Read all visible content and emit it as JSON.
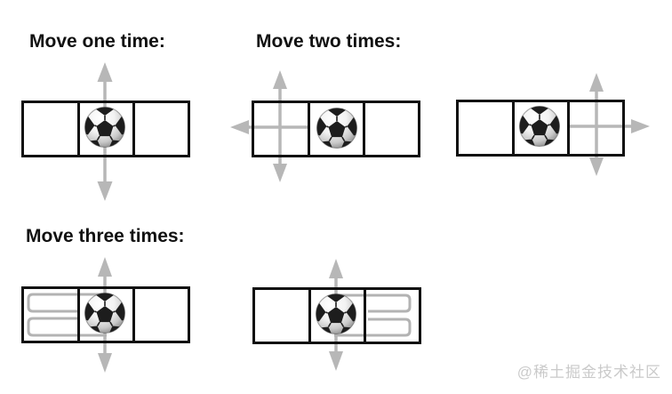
{
  "headings": {
    "move_one": "Move one time:",
    "move_two": "Move two times:",
    "move_three": "Move three times:"
  },
  "watermark": "@稀土掘金技术社区",
  "colors": {
    "arrow": "#b7b7b7",
    "path": "#b3b3b3",
    "border": "#101010",
    "background": "#ffffff",
    "watermark": "#cacaca",
    "heading": "#111111"
  },
  "diagrams": [
    {
      "section": "move_one",
      "cells": 3,
      "ball_cell": "middle",
      "indicators": [
        "up-arrow",
        "down-arrow"
      ],
      "indicator_cell": "middle"
    },
    {
      "section": "move_two",
      "cells": 3,
      "ball_cell": "middle",
      "indicators": [
        "up-arrow",
        "down-arrow",
        "left-arrow"
      ],
      "indicator_cell": "left"
    },
    {
      "section": "move_two",
      "cells": 3,
      "ball_cell": "middle",
      "indicators": [
        "up-arrow",
        "down-arrow",
        "right-arrow"
      ],
      "indicator_cell": "right"
    },
    {
      "section": "move_three",
      "cells": 3,
      "ball_cell": "middle",
      "indicators": [
        "up-arrow",
        "down-arrow",
        "serpentine-path"
      ],
      "indicator_cell": "left"
    },
    {
      "section": "move_three",
      "cells": 3,
      "ball_cell": "middle",
      "indicators": [
        "up-arrow",
        "down-arrow",
        "serpentine-path"
      ],
      "indicator_cell": "right"
    }
  ]
}
